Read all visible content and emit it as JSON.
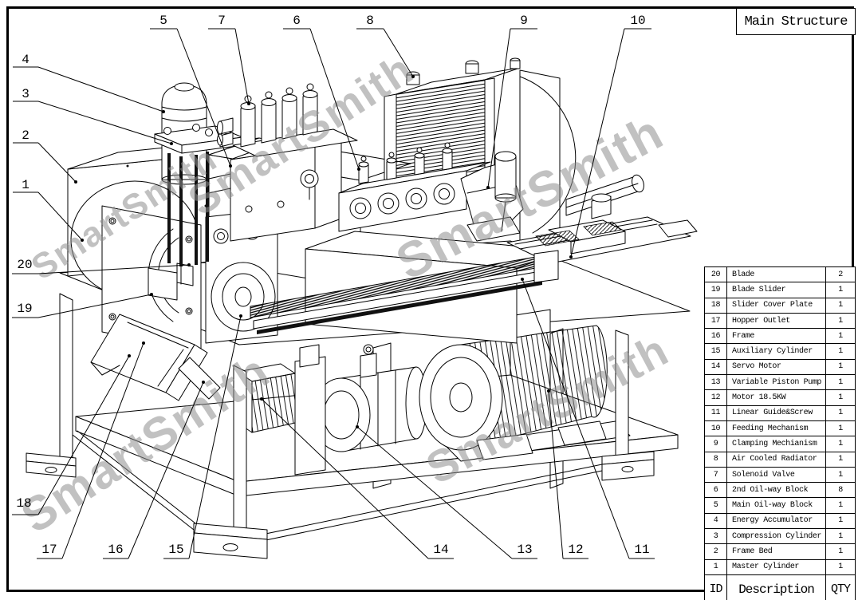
{
  "page": {
    "title": "Main Structure",
    "background": "#ffffff",
    "line_color": "#000000"
  },
  "watermark": {
    "text": "SmartSmith",
    "color": "#b3b3b3"
  },
  "callouts": {
    "labels": [
      "1",
      "2",
      "3",
      "4",
      "5",
      "6",
      "7",
      "8",
      "9",
      "10",
      "11",
      "12",
      "13",
      "14",
      "15",
      "16",
      "17",
      "18",
      "19",
      "20"
    ]
  },
  "parts_table": {
    "headers": {
      "id": "ID",
      "description": "Description",
      "qty": "QTY"
    },
    "rows": [
      {
        "id": "20",
        "description": "Blade",
        "qty": "2"
      },
      {
        "id": "19",
        "description": "Blade Slider",
        "qty": "1"
      },
      {
        "id": "18",
        "description": "Slider Cover Plate",
        "qty": "1"
      },
      {
        "id": "17",
        "description": "Hopper Outlet",
        "qty": "1"
      },
      {
        "id": "16",
        "description": "Frame",
        "qty": "1"
      },
      {
        "id": "15",
        "description": "Auxiliary Cylinder",
        "qty": "1"
      },
      {
        "id": "14",
        "description": "Servo Motor",
        "qty": "1"
      },
      {
        "id": "13",
        "description": "Variable Piston Pump",
        "qty": "1"
      },
      {
        "id": "12",
        "description": "Motor 18.5KW",
        "qty": "1"
      },
      {
        "id": "11",
        "description": "Linear Guide&Screw",
        "qty": "1"
      },
      {
        "id": "10",
        "description": "Feeding Mechanism",
        "qty": "1"
      },
      {
        "id": "9",
        "description": "Clamping Mechianism",
        "qty": "1"
      },
      {
        "id": "8",
        "description": "Air Cooled Radiator",
        "qty": "1"
      },
      {
        "id": "7",
        "description": "Solenoid Valve",
        "qty": "1"
      },
      {
        "id": "6",
        "description": "2nd Oil-way Block",
        "qty": "8"
      },
      {
        "id": "5",
        "description": "Main Oil-way Block",
        "qty": "1"
      },
      {
        "id": "4",
        "description": "Energy Accumulator",
        "qty": "1"
      },
      {
        "id": "3",
        "description": "Compression Cylinder",
        "qty": "1"
      },
      {
        "id": "2",
        "description": "Frame Bed",
        "qty": "1"
      },
      {
        "id": "1",
        "description": "Master Cylinder",
        "qty": "1"
      }
    ]
  }
}
